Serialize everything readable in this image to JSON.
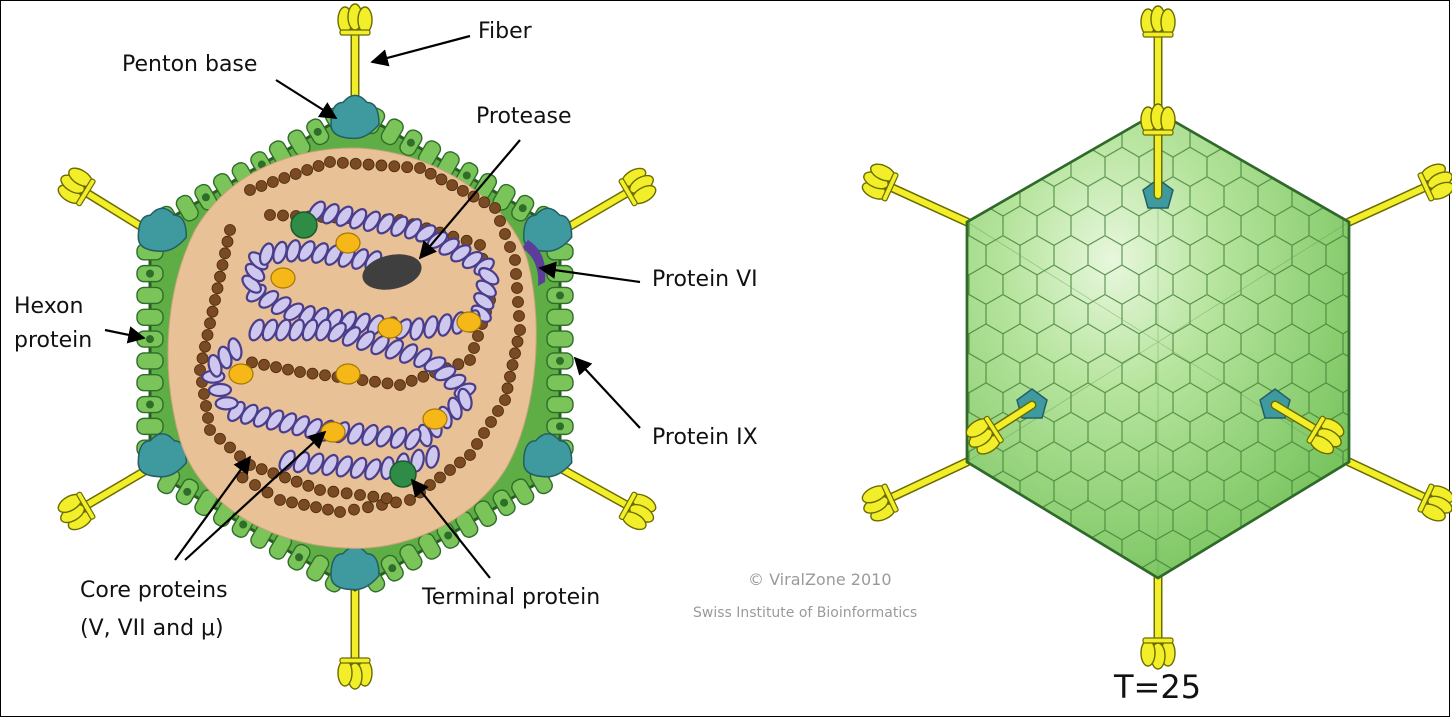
{
  "labels": {
    "fiber": "Fiber",
    "penton_base": "Penton base",
    "protease": "Protease",
    "protein_vi": "Protein VI",
    "hexon_line1": "Hexon",
    "hexon_line2": "protein",
    "protein_ix": "Protein IX",
    "core_line1": "Core proteins",
    "core_line2": "(V, VII and μ)",
    "terminal_protein": "Terminal protein"
  },
  "credit": {
    "line1": "© ViralZone 2010",
    "line2": "Swiss Institute of Bioinformatics"
  },
  "triangulation": "T=25",
  "colors": {
    "fiber": "#f2ef2a",
    "fiber_outline": "#6b6b00",
    "penton": "#3f9aa0",
    "hexon": "#7ac45a",
    "hexon_dark": "#2f6d2a",
    "core": "#e7bf93",
    "core_proteins": "#7a4a22",
    "dna": "#4a3d8c",
    "protease": "#3f3f3f",
    "terminal_protein": "#2f8c46",
    "protein_vi": "#5d3d9b",
    "capsid_face": "#8fd17a"
  }
}
